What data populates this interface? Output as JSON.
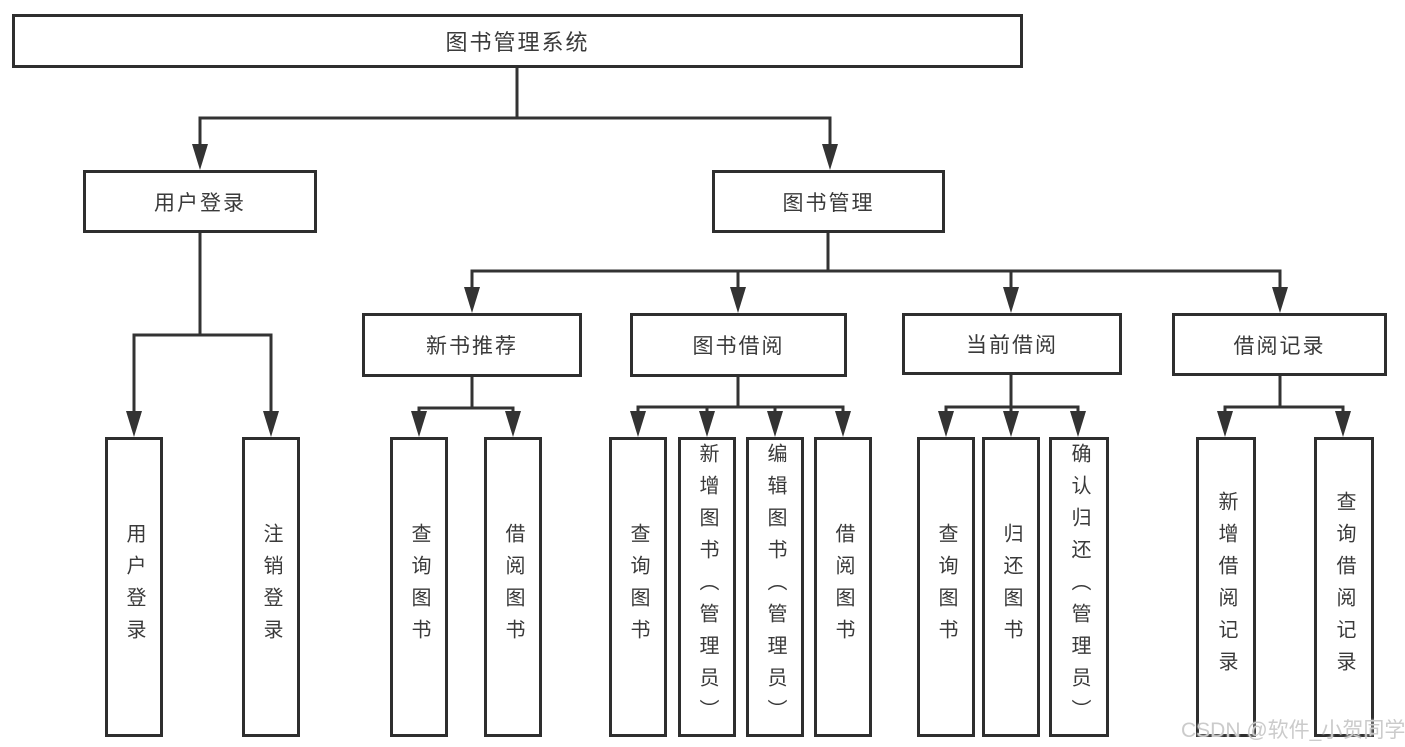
{
  "diagram": {
    "title": "图书管理系统",
    "user_login": {
      "label": "用户登录",
      "children": [
        "用户登录",
        "注销登录"
      ]
    },
    "book_management": {
      "label": "图书管理",
      "sections": [
        {
          "label": "新书推荐",
          "children": [
            "查询图书",
            "借阅图书"
          ]
        },
        {
          "label": "图书借阅",
          "children": [
            "查询图书",
            "新增图书（管理员）",
            "编辑图书（管理员）",
            "借阅图书"
          ]
        },
        {
          "label": "当前借阅",
          "children": [
            "查询图书",
            "归还图书",
            "确认归还（管理员）"
          ]
        },
        {
          "label": "借阅记录",
          "children": [
            "新增借阅记录",
            "查询借阅记录"
          ]
        }
      ]
    }
  },
  "watermark": "CSDN @软件_小贺同学",
  "colors": {
    "line": "#333333",
    "box_border": "#2e2e2e",
    "box_bg": "#ffffff",
    "text": "#3a3a3a",
    "watermark": "#cbcbcb"
  }
}
